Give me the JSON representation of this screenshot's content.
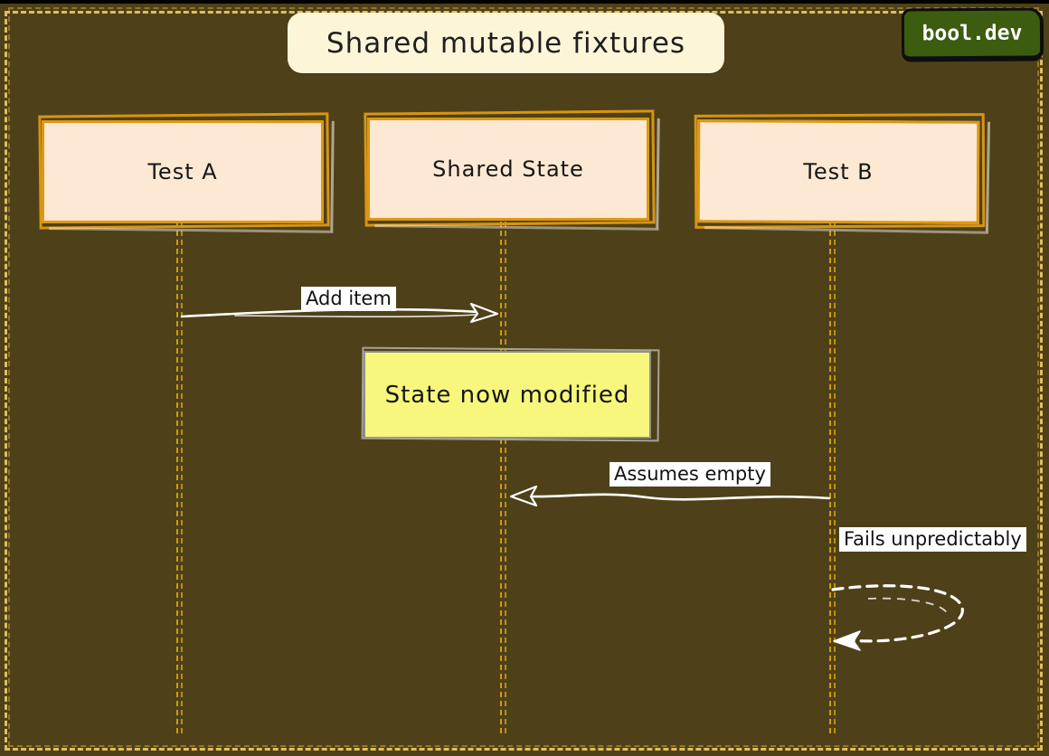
{
  "meta": {
    "site_badge": "bool.dev",
    "title": "Shared mutable fixtures"
  },
  "diagram": {
    "type": "sequence-diagram",
    "style": "hand-drawn-sketch",
    "actors": [
      {
        "label": "Test A"
      },
      {
        "label": "Shared State"
      },
      {
        "label": "Test B"
      }
    ],
    "messages": [
      {
        "from": "Test A",
        "to": "Shared State",
        "label": "Add item",
        "line": "solid",
        "direction": "right"
      },
      {
        "from": "Test B",
        "to": "Shared State",
        "label": "Assumes empty",
        "line": "solid",
        "direction": "left"
      },
      {
        "from": "Test B",
        "to": "Test B",
        "label": "Fails unpredictably",
        "line": "dashed",
        "direction": "self-loop"
      }
    ],
    "note": {
      "label": "State now modified",
      "attached_to": "Shared State"
    }
  },
  "colors": {
    "background": "#4e4119",
    "frame_dash": "#e0bd5e",
    "title_fill": "#fdf5d7",
    "badge_fill": "#3c5c10",
    "badge_text": "#ffffff",
    "actor_fill": "#fde8d3",
    "actor_border": "#dd9812",
    "lifeline": "#cf9a15",
    "note_fill": "#f6f77c",
    "note_border": "#8f9089",
    "message": "#ffffff",
    "text": "#161616"
  }
}
